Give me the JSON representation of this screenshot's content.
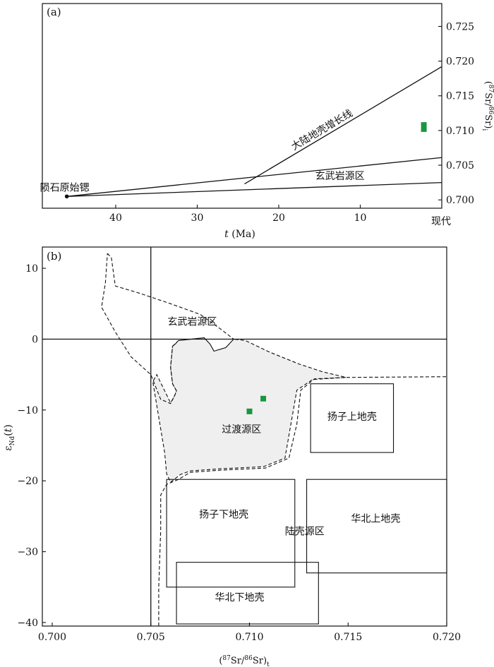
{
  "chart_data": [
    {
      "type": "line",
      "panel_label": "(a)",
      "xlabel_italic": "t",
      "xlabel_rest": " (Ma)",
      "xlim": [
        49,
        0
      ],
      "ylim": [
        0.6988,
        0.7283
      ],
      "x_ticks": [
        40,
        30,
        20,
        10
      ],
      "x_extra_tick_label": "现代",
      "y_ticks": [
        "0.700",
        "0.705",
        "0.710",
        "0.715",
        "0.720",
        "0.725"
      ],
      "ylabel": "(87Sr/86Sr)i",
      "origin_point": {
        "label": "陨石原始锶",
        "x": 46,
        "y": 0.7005
      },
      "series": [
        {
          "name": "大陆地壳增长线",
          "x": [
            24.2,
            0
          ],
          "y": [
            0.7023,
            0.7192
          ]
        },
        {
          "name": "玄武岩源区",
          "x": [
            46,
            0
          ],
          "y": [
            0.7005,
            0.7025
          ]
        },
        {
          "name": "",
          "x": [
            46,
            0
          ],
          "y": [
            0.7005,
            0.7061
          ]
        }
      ],
      "sample": {
        "x": 2.2,
        "y_range": [
          0.7098,
          0.7112
        ],
        "color": "#1a9641"
      }
    },
    {
      "type": "scatter",
      "panel_label": "(b)",
      "xlabel": "(87Sr/86Sr)t",
      "ylabel": "εNd(t)",
      "xlim": [
        0.6995,
        0.72
      ],
      "ylim": [
        -40.5,
        13
      ],
      "x_ticks": [
        "0.700",
        "0.705",
        "0.710",
        "0.715",
        "0.720"
      ],
      "y_ticks": [
        10,
        0,
        -10,
        -20,
        -30,
        -40
      ],
      "reference_lines": {
        "x": 0.705,
        "y": 0
      },
      "points": [
        {
          "x": 0.71,
          "y": -10.2,
          "color": "#1a9641"
        },
        {
          "x": 0.7107,
          "y": -8.4,
          "color": "#1a9641"
        }
      ],
      "regions": [
        {
          "name": "玄武岩源区",
          "style": "dashed",
          "label_pos": [
            0.7071,
            2.0
          ],
          "outline": [
            [
              0.7028,
              12.1
            ],
            [
              0.703,
              11.5
            ],
            [
              0.7032,
              7.5
            ],
            [
              0.7044,
              6.5
            ],
            [
              0.706,
              5.0
            ],
            [
              0.7075,
              3.5
            ],
            [
              0.7085,
              1.5
            ],
            [
              0.7092,
              0.0
            ],
            [
              0.7088,
              -1.2
            ],
            [
              0.7082,
              -1.7
            ],
            [
              0.708,
              -0.7
            ],
            [
              0.7077,
              0.2
            ],
            [
              0.7064,
              -0.2
            ],
            [
              0.7061,
              -1.0
            ],
            [
              0.706,
              -4.0
            ],
            [
              0.7061,
              -6.3
            ],
            [
              0.7063,
              -7.3
            ],
            [
              0.7062,
              -8.0
            ],
            [
              0.706,
              -9.1
            ],
            [
              0.7055,
              -8.5
            ],
            [
              0.705,
              -5.0
            ],
            [
              0.704,
              -2.5
            ],
            [
              0.7032,
              1.0
            ],
            [
              0.7025,
              4.5
            ],
            [
              0.7027,
              8.0
            ],
            [
              0.7028,
              12.1
            ]
          ]
        },
        {
          "name": "过渡源区",
          "style": "dashed-filled",
          "fill": "#efefef",
          "label_pos": [
            0.7096,
            -13.2
          ],
          "outline": [
            [
              0.7062,
              -0.8
            ],
            [
              0.7064,
              -0.2
            ],
            [
              0.7077,
              0.2
            ],
            [
              0.708,
              -0.7
            ],
            [
              0.7082,
              -1.7
            ],
            [
              0.7088,
              -1.2
            ],
            [
              0.7092,
              0.0
            ],
            [
              0.7098,
              -0.2
            ],
            [
              0.711,
              -1.8
            ],
            [
              0.7125,
              -3.5
            ],
            [
              0.7137,
              -4.6
            ],
            [
              0.7149,
              -5.4
            ],
            [
              0.7132,
              -5.7
            ],
            [
              0.7124,
              -7.2
            ],
            [
              0.7121,
              -12.0
            ],
            [
              0.7118,
              -16.8
            ],
            [
              0.7107,
              -18.0
            ],
            [
              0.7085,
              -18.3
            ],
            [
              0.707,
              -18.6
            ],
            [
              0.7065,
              -19.1
            ],
            [
              0.706,
              -20.2
            ],
            [
              0.7058,
              -19.0
            ],
            [
              0.7057,
              -16.0
            ],
            [
              0.7054,
              -11.0
            ],
            [
              0.7051,
              -6.0
            ],
            [
              0.7053,
              -5.0
            ],
            [
              0.706,
              -9.0
            ],
            [
              0.7062,
              -8.0
            ],
            [
              0.7063,
              -7.3
            ],
            [
              0.7061,
              -6.3
            ],
            [
              0.706,
              -4.0
            ],
            [
              0.7061,
              -1.0
            ],
            [
              0.7062,
              -0.8
            ]
          ]
        },
        {
          "name": "陆壳源区",
          "style": "dashed",
          "label_pos": [
            0.7128,
            -27.6
          ],
          "outline": [
            [
              0.7054,
              -40.5
            ],
            [
              0.7054,
              -35.0
            ],
            [
              0.7055,
              -27.0
            ],
            [
              0.7055,
              -22.0
            ],
            [
              0.7058,
              -20.5
            ],
            [
              0.7064,
              -19.8
            ],
            [
              0.707,
              -18.8
            ],
            [
              0.7085,
              -18.5
            ],
            [
              0.7108,
              -18.2
            ],
            [
              0.712,
              -16.8
            ],
            [
              0.7124,
              -12.0
            ],
            [
              0.7126,
              -7.2
            ],
            [
              0.7133,
              -5.6
            ],
            [
              0.715,
              -5.4
            ],
            [
              0.72,
              -5.3
            ]
          ]
        },
        {
          "name": "扬子上地壳",
          "style": "box",
          "xmin": 0.7131,
          "xmax": 0.7173,
          "ymin": -16.0,
          "ymax": -6.3,
          "label_pos": [
            0.7152,
            -11.4
          ]
        },
        {
          "name": "扬子下地壳",
          "style": "box",
          "xmin": 0.7058,
          "xmax": 0.7123,
          "ymin": -35.0,
          "ymax": -19.8,
          "label_pos": [
            0.7087,
            -25.2
          ]
        },
        {
          "name": "华北上地壳",
          "style": "box",
          "xmin": 0.7129,
          "xmax": 0.72,
          "ymin": -33.0,
          "ymax": -19.8,
          "label_pos": [
            0.7164,
            -25.8
          ]
        },
        {
          "name": "华北下地壳",
          "style": "box",
          "xmin": 0.7063,
          "xmax": 0.7135,
          "ymin": -40.2,
          "ymax": -31.5,
          "label_pos": [
            0.7095,
            -36.9
          ]
        }
      ]
    }
  ]
}
